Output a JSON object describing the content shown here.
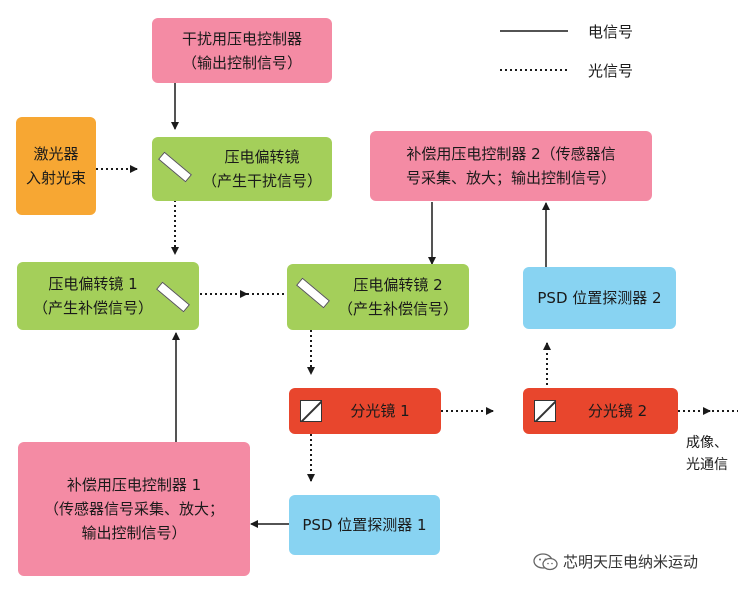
{
  "legend": {
    "electrical": "电信号",
    "optical": "光信号"
  },
  "nodes": {
    "interference_controller": {
      "lines": [
        "干扰用压电控制器",
        "（输出控制信号）"
      ],
      "color": "#F48BA4"
    },
    "laser": {
      "lines": [
        "激光器",
        "入射光束"
      ],
      "color": "#F7A733"
    },
    "mirror_interference": {
      "lines": [
        "压电偏转镜",
        "（产生干扰信号）"
      ],
      "color": "#A4CF5A"
    },
    "comp_controller_2": {
      "lines": [
        "补偿用压电控制器 2（传感器信",
        "号采集、放大；输出控制信号）"
      ],
      "color": "#F48BA4"
    },
    "mirror_comp_1": {
      "lines": [
        "压电偏转镜 1",
        "（产生补偿信号）"
      ],
      "color": "#A4CF5A"
    },
    "mirror_comp_2": {
      "lines": [
        "压电偏转镜 2",
        "（产生补偿信号）"
      ],
      "color": "#A4CF5A"
    },
    "psd_2": {
      "lines": [
        "PSD 位置探测器 2"
      ],
      "color": "#88D3F2"
    },
    "splitter_1": {
      "lines": [
        "分光镜 1"
      ],
      "color": "#E8462D"
    },
    "splitter_2": {
      "lines": [
        "分光镜 2"
      ],
      "color": "#E8462D"
    },
    "comp_controller_1": {
      "lines": [
        "补偿用压电控制器 1",
        "（传感器信号采集、放大；",
        "输出控制信号）"
      ],
      "color": "#F48BA4"
    },
    "psd_1": {
      "lines": [
        "PSD 位置探测器 1"
      ],
      "color": "#88D3F2"
    }
  },
  "output": {
    "lines": [
      "成像、",
      "光通信"
    ]
  },
  "watermark": {
    "text": "芯明天压电纳米运动",
    "icon": "wechat-icon"
  }
}
